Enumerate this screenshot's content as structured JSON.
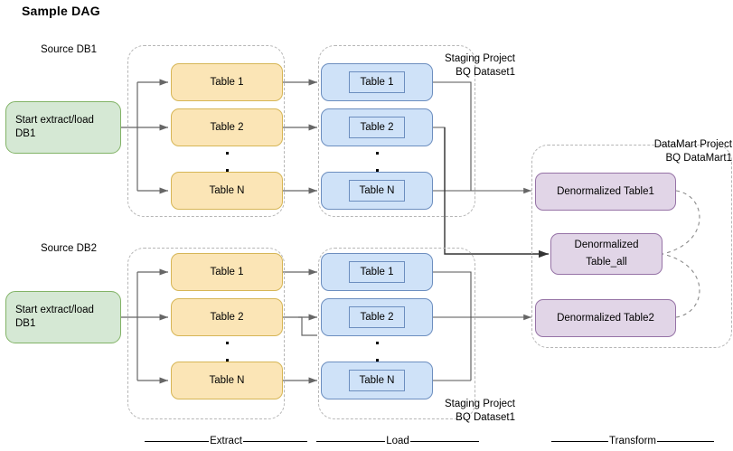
{
  "title": "Sample DAG",
  "colors": {
    "start_fill": "#d5e8d4",
    "start_stroke": "#82b366",
    "extract_fill": "#fbe5b6",
    "extract_stroke": "#d6b656",
    "load_fill": "#cfe2f8",
    "load_stroke": "#6c8ebf",
    "mart_fill": "#e1d5e7",
    "mart_stroke": "#9673a6",
    "group_dash": "#b6b6b6",
    "edge": "#666666",
    "edge_dark": "#000000",
    "background": "#ffffff"
  },
  "groups": {
    "source_db1_label": "Source DB1",
    "source_db2_label": "Source DB2",
    "staging_top": "Staging Project\nBQ Dataset1",
    "staging_top_line1": "Staging Project",
    "staging_top_line2": "BQ Dataset1",
    "staging_bottom_line1": "Staging Project",
    "staging_bottom_line2": "BQ Dataset1",
    "datamart_line1": "DataMart Project",
    "datamart_line2": "BQ DataMart1"
  },
  "start_nodes": [
    {
      "label": "Start extract/load\nDB1"
    },
    {
      "label": "Start extract/load\nDB1"
    }
  ],
  "extract_top": [
    {
      "label": "Table 1"
    },
    {
      "label": "Table 2"
    },
    {
      "label": "Table N"
    }
  ],
  "extract_bottom": [
    {
      "label": "Table 1"
    },
    {
      "label": "Table 2"
    },
    {
      "label": "Table N"
    }
  ],
  "load_top": [
    {
      "label": "Table 1"
    },
    {
      "label": "Table 2"
    },
    {
      "label": "Table N"
    }
  ],
  "load_bottom": [
    {
      "label": "Table 1"
    },
    {
      "label": "Table 2"
    },
    {
      "label": "Table N"
    }
  ],
  "mart_nodes": [
    {
      "label": "Denormalized Table1"
    },
    {
      "label": "Denormalized\nTable_all"
    },
    {
      "label": "Denormalized Table2"
    }
  ],
  "phases": [
    {
      "label": "Extract"
    },
    {
      "label": "Load"
    },
    {
      "label": "Transform"
    }
  ]
}
